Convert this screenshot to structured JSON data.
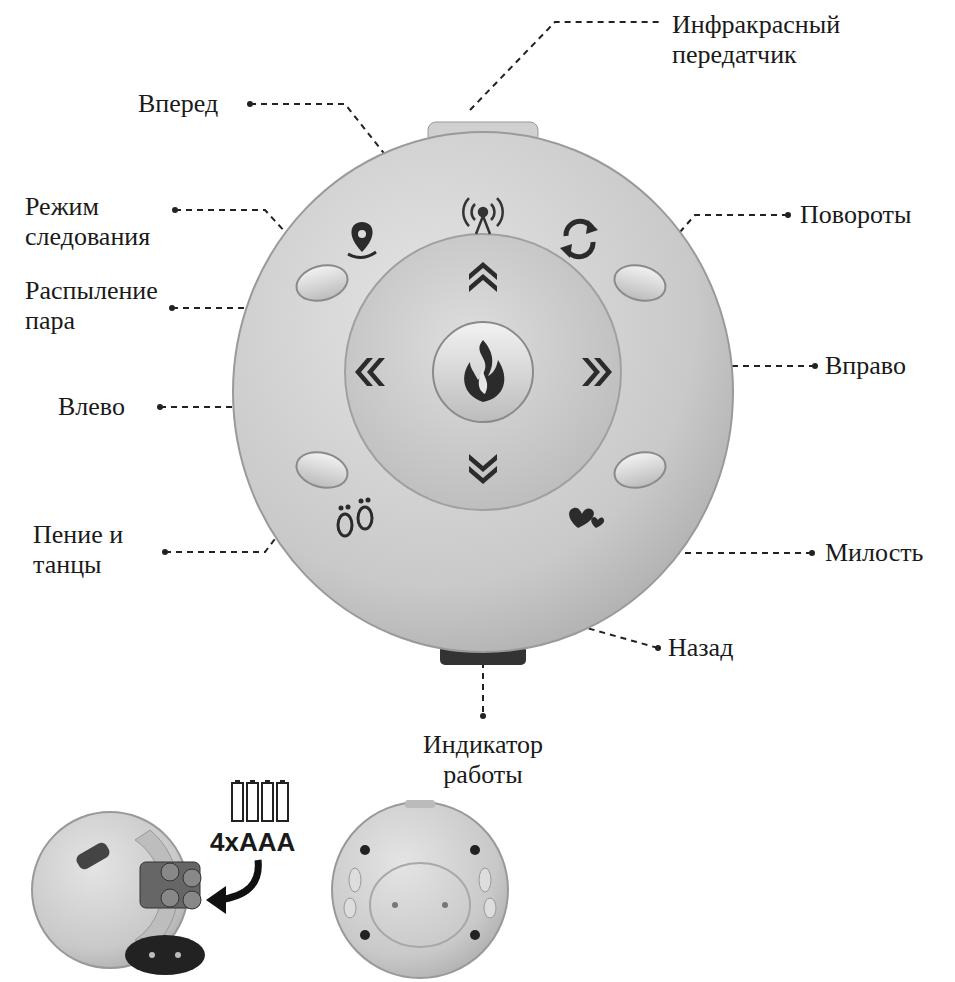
{
  "diagram": {
    "labels": [
      "Инфракрасный передатчик",
      "Вперед",
      "Режим следования",
      "Повороты",
      "Распыление пара",
      "Вправо",
      "Влево",
      "Пение и танцы",
      "Милость",
      "Назад",
      "Индикатор работы",
      "4xAAA"
    ]
  }
}
